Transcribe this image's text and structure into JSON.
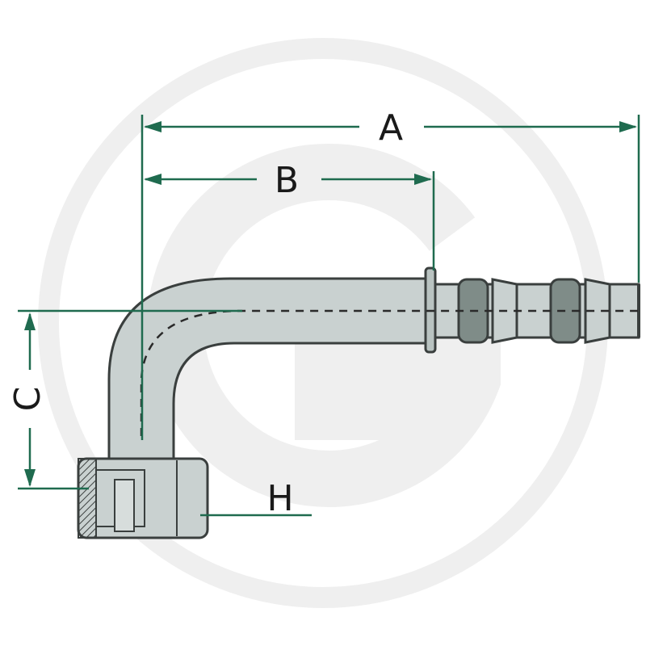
{
  "colors": {
    "background": "#ffffff",
    "watermark": "#eeeeee",
    "dimension_line": "#1f6b4f",
    "metal_fill": "#c9d1d0",
    "metal_dark": "#7f8c88",
    "outline": "#3a3f3e",
    "hatch": "#3a3f3e"
  },
  "labels": {
    "A": "A",
    "B": "B",
    "C": "C",
    "H": "H"
  },
  "watermark_icon": "g-logo-watermark"
}
